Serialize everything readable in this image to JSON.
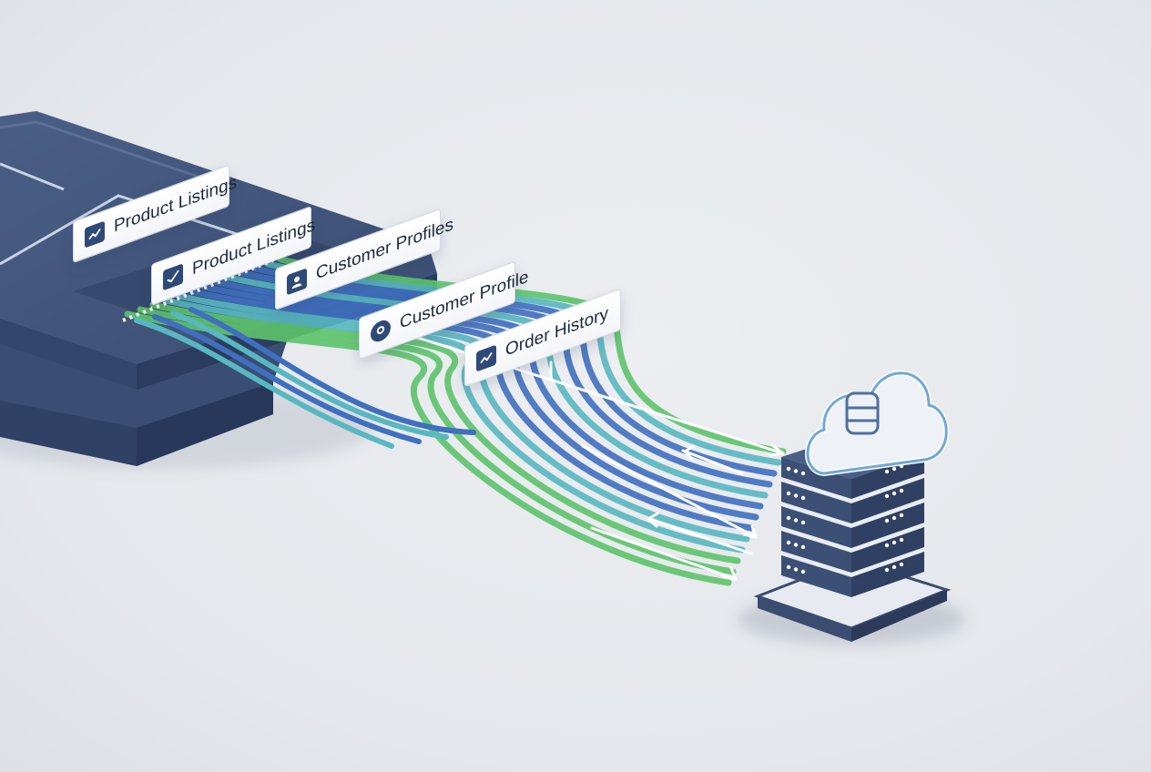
{
  "labels": [
    {
      "text": "Product Listings",
      "icon": "chart-icon"
    },
    {
      "text": "Product Listings",
      "icon": "check-chart-icon"
    },
    {
      "text": "Customer Profiles",
      "icon": "user-icon"
    },
    {
      "text": "Customer Profile",
      "icon": "location-pin-icon"
    },
    {
      "text": "Order History",
      "icon": "chart-icon"
    }
  ],
  "colors": {
    "platform": "#3b4f75",
    "platform_dark": "#2c3d5e",
    "green": "#5cc36a",
    "teal": "#58b7c0",
    "blue": "#3f6fbf",
    "server": "#3a4c70",
    "cloud_outline": "#6fa8d6"
  }
}
